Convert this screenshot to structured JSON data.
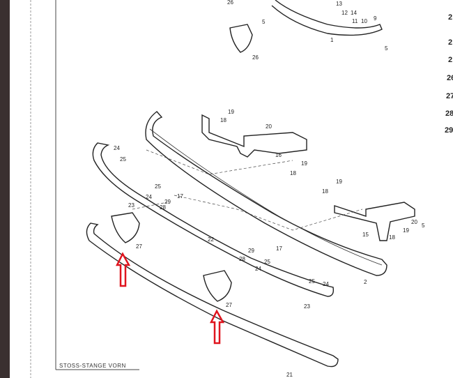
{
  "caption": "STOSS-STANGE VORN",
  "side_numbers": [
    "2",
    "2",
    "2",
    "26",
    "27",
    "28",
    "29"
  ],
  "colors": {
    "arrow": "#e0141e",
    "ink": "#222222",
    "paper": "#ffffff"
  },
  "labels": {
    "l26a": "26",
    "l5a": "5",
    "l13": "13",
    "l12": "12",
    "l14": "14",
    "l9": "9",
    "l11": "11",
    "l10": "10",
    "l1": "1",
    "l5b": "5",
    "l26b": "26",
    "l19a": "19",
    "l18a": "18",
    "l20a": "20",
    "l16": "16",
    "l18b": "18",
    "l19b": "19",
    "l19c": "19",
    "l18c": "18",
    "l24a": "24",
    "l25a": "25",
    "l25b": "25",
    "l24b": "24",
    "l17a": "17",
    "l29a": "29",
    "l28a": "28",
    "l23a": "23",
    "l27a": "27",
    "l22": "22",
    "l29b": "29",
    "l28b": "28",
    "l25c": "25",
    "l24c": "24",
    "l17b": "17",
    "l15": "15",
    "l18d": "18",
    "l19d": "19",
    "l20b": "20",
    "l5c": "5",
    "l2": "2",
    "l25d": "25",
    "l24d": "24",
    "l27b": "27",
    "l23b": "23",
    "l21": "21"
  }
}
